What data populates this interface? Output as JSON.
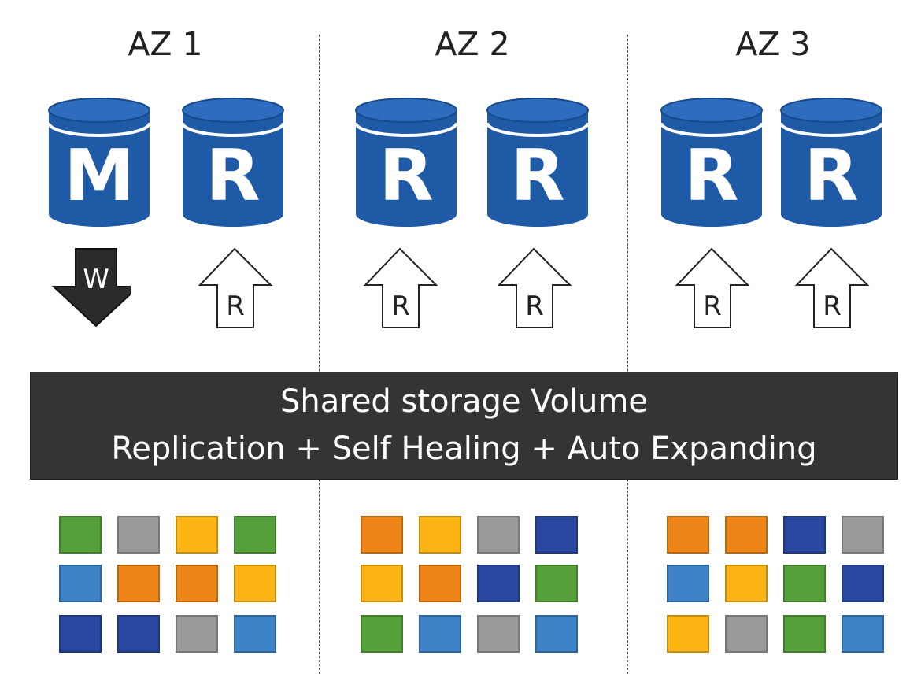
{
  "zones": [
    {
      "title": "AZ 1",
      "databases": [
        {
          "letter": "M",
          "role": "master"
        },
        {
          "letter": "R",
          "role": "replica"
        }
      ],
      "arrows": [
        {
          "letter": "W",
          "kind": "write",
          "direction": "down",
          "style": "filled"
        },
        {
          "letter": "R",
          "kind": "read",
          "direction": "up",
          "style": "outline"
        }
      ]
    },
    {
      "title": "AZ 2",
      "databases": [
        {
          "letter": "R",
          "role": "replica"
        },
        {
          "letter": "R",
          "role": "replica"
        }
      ],
      "arrows": [
        {
          "letter": "R",
          "kind": "read",
          "direction": "up",
          "style": "outline"
        },
        {
          "letter": "R",
          "kind": "read",
          "direction": "up",
          "style": "outline"
        }
      ]
    },
    {
      "title": "AZ 3",
      "databases": [
        {
          "letter": "R",
          "role": "replica"
        },
        {
          "letter": "R",
          "role": "replica"
        }
      ],
      "arrows": [
        {
          "letter": "R",
          "kind": "read",
          "direction": "up",
          "style": "outline"
        },
        {
          "letter": "R",
          "kind": "read",
          "direction": "up",
          "style": "outline"
        }
      ]
    }
  ],
  "storage": {
    "line1": "Shared storage Volume",
    "line2": "Replication + Self Healing + Auto Expanding"
  },
  "palette": {
    "green": "#56A03C",
    "gray": "#9A9A9A",
    "yellow": "#FDB515",
    "light_blue": "#3E82C8",
    "orange": "#EE8518",
    "dark_blue": "#2A47A0",
    "db_body": "#1F5AA6",
    "db_top": "#2E6DBD",
    "db_rim": "#174A8C"
  },
  "storage_blocks": [
    [
      [
        "green",
        "gray",
        "yellow",
        "green"
      ],
      [
        "light_blue",
        "orange",
        "orange",
        "yellow"
      ],
      [
        "dark_blue",
        "dark_blue",
        "gray",
        "light_blue"
      ]
    ],
    [
      [
        "orange",
        "yellow",
        "gray",
        "dark_blue"
      ],
      [
        "yellow",
        "orange",
        "dark_blue",
        "green"
      ],
      [
        "green",
        "light_blue",
        "gray",
        "light_blue"
      ]
    ],
    [
      [
        "orange",
        "orange",
        "dark_blue",
        "gray"
      ],
      [
        "light_blue",
        "yellow",
        "green",
        "dark_blue"
      ],
      [
        "yellow",
        "gray",
        "green",
        "light_blue"
      ]
    ]
  ]
}
